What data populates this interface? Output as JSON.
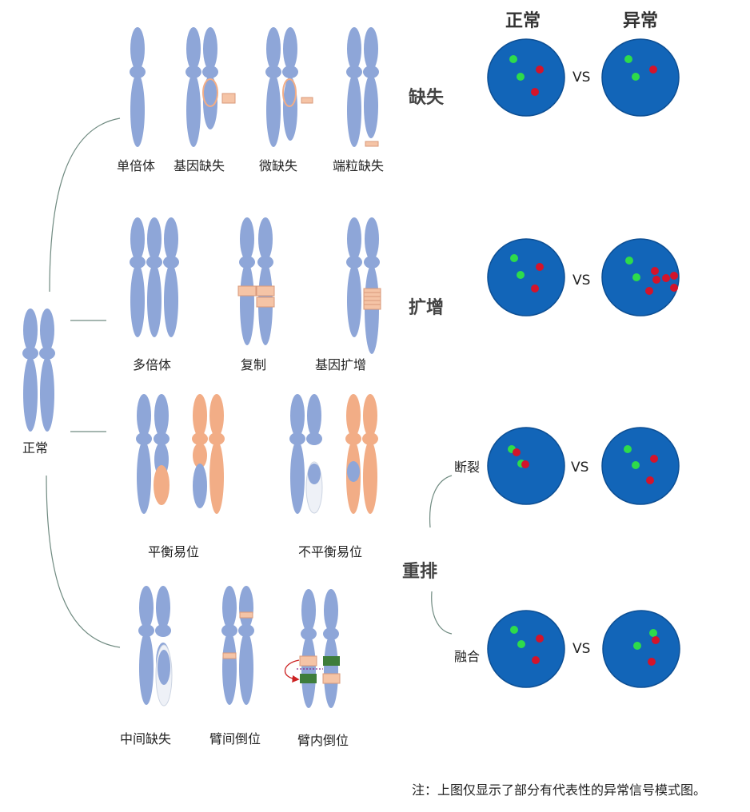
{
  "headers": {
    "normal": "正常",
    "abnormal": "异常"
  },
  "categories": {
    "deletion": "缺失",
    "amplification": "扩增",
    "rearrangement": "重排"
  },
  "root_label": "正常",
  "labels": {
    "haploid": "单倍体",
    "gene_deletion": "基因缺失",
    "micro_deletion": "微缺失",
    "telomere_deletion": "端粒缺失",
    "polyploid": "多倍体",
    "duplication": "复制",
    "gene_amplification": "基因扩增",
    "balanced_translocation": "平衡易位",
    "unbalanced_translocation": "不平衡易位",
    "interstitial_deletion": "中间缺失",
    "pericentric_inversion": "臂间倒位",
    "paracentric_inversion": "臂内倒位",
    "break": "断裂",
    "fusion": "融合"
  },
  "vs_label": "VS",
  "note": "注：上图仅显示了部分有代表性的异常信号模式图。",
  "colors": {
    "chromosome": "#8ea6d8",
    "translocated": "#f2ad86",
    "segment": "#f5c4a6",
    "segment_stroke": "#d9997a",
    "inversion_green": "#3e7d3b",
    "cell": "#1265b8",
    "cell_stroke": "#0d4f94",
    "signal_green": "#2edb4b",
    "signal_red": "#d3142b",
    "connector": "#6f8a80"
  }
}
